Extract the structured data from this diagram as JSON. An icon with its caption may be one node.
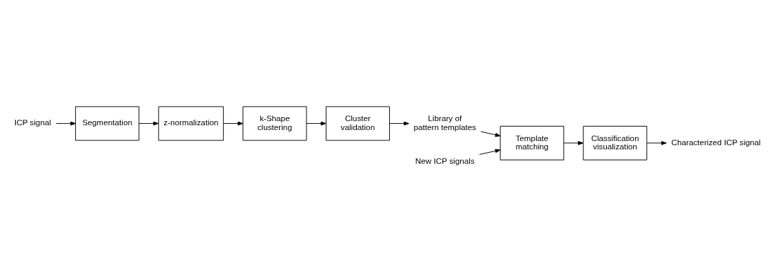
{
  "diagram": {
    "nodes": [
      {
        "text": [
          "ICP signal"
        ]
      },
      {
        "text": [
          "Segmentation"
        ]
      },
      {
        "text": [
          "z-normalization"
        ]
      },
      {
        "text": [
          "k-Shape clustering"
        ]
      },
      {
        "text": [
          "Cluster validation"
        ]
      },
      {
        "text": [
          "Library of pattern templates"
        ]
      },
      {
        "text": [
          "New ICP signals"
        ]
      },
      {
        "text": [
          "Template matching"
        ]
      },
      {
        "text": [
          "Classification visualization"
        ]
      },
      {
        "text": [
          "Characterized ICP signal"
        ]
      }
    ],
    "edges": [
      {
        "from": 0,
        "to": 1,
        "arrow": "to"
      },
      {
        "from": 1,
        "to": 2,
        "arrow": "to"
      },
      {
        "from": 2,
        "to": 3,
        "arrow": "to"
      },
      {
        "from": 3,
        "to": 4,
        "arrow": "to"
      },
      {
        "from": 4,
        "to": 5,
        "arrow": "to"
      },
      {
        "from": 5,
        "to": 7,
        "arrow": "to"
      },
      {
        "from": 6,
        "to": 7,
        "arrow": "to"
      },
      {
        "from": 7,
        "to": 8,
        "arrow": "to"
      },
      {
        "from": 8,
        "to": 9,
        "arrow": "to"
      }
    ]
  }
}
